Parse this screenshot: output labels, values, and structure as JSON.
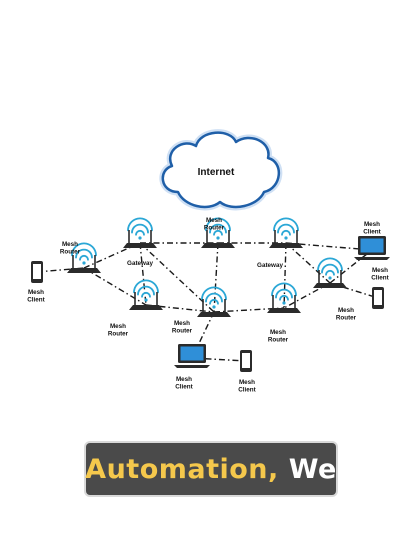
{
  "diagram": {
    "cloud_label": "Internet",
    "nodes": [
      {
        "id": "r1",
        "kind": "router",
        "label": "Mesh\nRouter"
      },
      {
        "id": "gw1",
        "kind": "router",
        "label": "Gateway"
      },
      {
        "id": "r2",
        "kind": "router",
        "label": "Mesh\nRouter"
      },
      {
        "id": "gw2",
        "kind": "router",
        "label": "Gateway"
      },
      {
        "id": "r3",
        "kind": "router",
        "label": "Mesh\nRouter"
      },
      {
        "id": "r4",
        "kind": "router",
        "label": "Mesh\nRouter"
      },
      {
        "id": "r5",
        "kind": "router",
        "label": "Mesh\nRouter"
      },
      {
        "id": "r6",
        "kind": "router",
        "label": "Mesh\nRouter"
      },
      {
        "id": "c1",
        "kind": "phone",
        "label": "Mesh\nClient"
      },
      {
        "id": "c2",
        "kind": "laptop",
        "label": "Mesh\nClient"
      },
      {
        "id": "c3",
        "kind": "phone",
        "label": "Mesh\nClient"
      },
      {
        "id": "c4",
        "kind": "laptop",
        "label": "Mesh\nClient"
      },
      {
        "id": "c5",
        "kind": "phone",
        "label": "Mesh\nClient"
      }
    ],
    "links": [
      [
        "c1",
        "r1"
      ],
      [
        "r1",
        "gw1"
      ],
      [
        "r1",
        "r4"
      ],
      [
        "gw1",
        "r2"
      ],
      [
        "gw1",
        "r4"
      ],
      [
        "r2",
        "gw2"
      ],
      [
        "r2",
        "r5"
      ],
      [
        "gw2",
        "r3"
      ],
      [
        "gw2",
        "c2"
      ],
      [
        "gw2",
        "r6"
      ],
      [
        "r3",
        "c3"
      ],
      [
        "r3",
        "r6"
      ],
      [
        "r4",
        "r5"
      ],
      [
        "r5",
        "r6"
      ],
      [
        "r5",
        "c4"
      ],
      [
        "c4",
        "c5"
      ],
      [
        "gw1",
        "r5"
      ],
      [
        "r3",
        "c2"
      ]
    ]
  },
  "banner": {
    "highlight": "Automation,",
    "rest": " We"
  },
  "colors": {
    "cloud_fill": "#ffffff",
    "cloud_stroke": "#1f5fa8",
    "cloud_glow": "#cfe0f4",
    "wifi": "#2aa7d6",
    "device": "#2b2b2b",
    "laptop_screen": "#2f8fd8",
    "banner_bg": "#4a4a4a",
    "banner_highlight": "#f5c84c"
  },
  "icons": {
    "cloud": "cloud-icon",
    "router": "wifi-router-icon",
    "phone": "smartphone-icon",
    "laptop": "laptop-icon"
  }
}
